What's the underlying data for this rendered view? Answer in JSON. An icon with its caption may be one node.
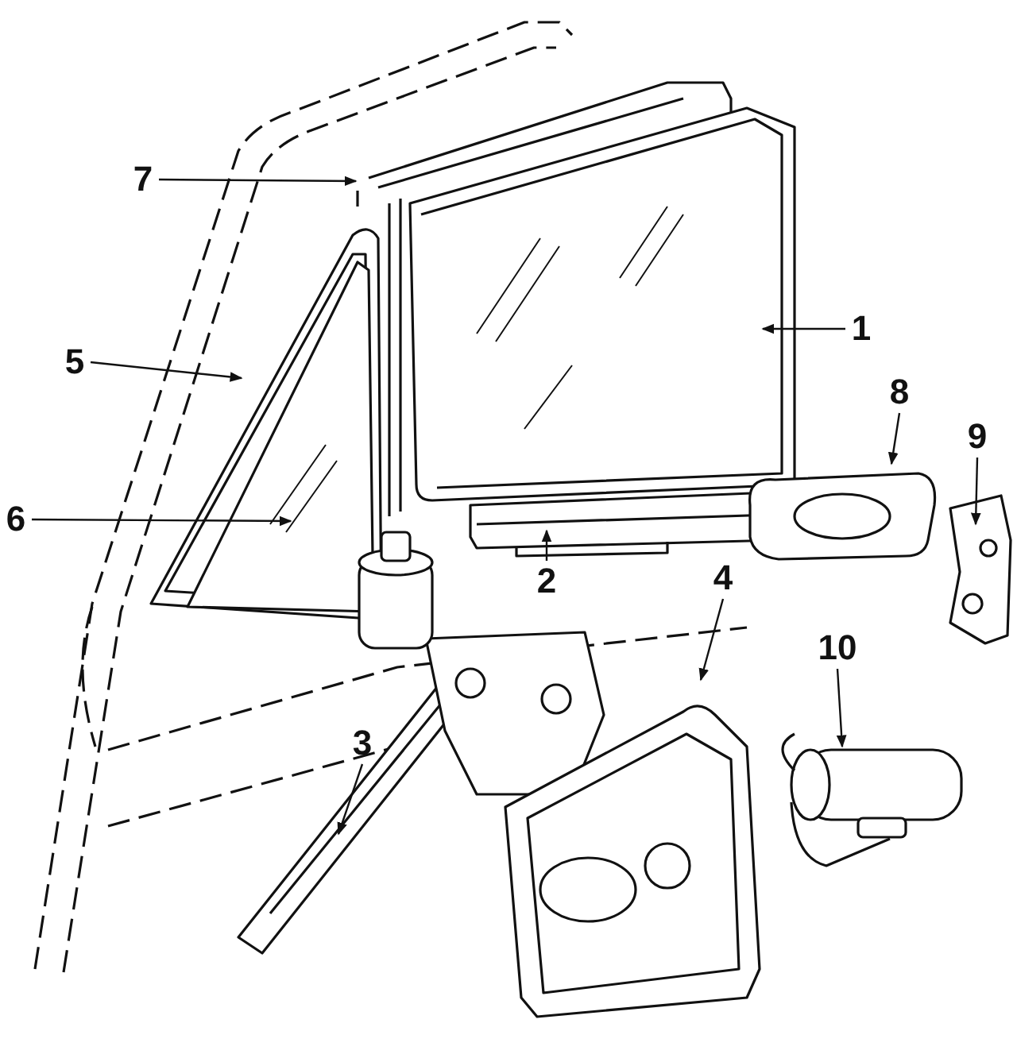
{
  "diagram": {
    "nodes": [
      {
        "text": [
          "1"
        ]
      },
      {
        "text": [
          "2"
        ]
      },
      {
        "text": [
          "3"
        ]
      },
      {
        "text": [
          "4"
        ]
      },
      {
        "text": [
          "5"
        ]
      },
      {
        "text": [
          "6"
        ]
      },
      {
        "text": [
          "7"
        ]
      },
      {
        "text": [
          "8"
        ]
      },
      {
        "text": [
          "9"
        ]
      },
      {
        "text": [
          "10"
        ]
      }
    ],
    "edges": [
      {
        "from": 0,
        "to": null,
        "arrow": "to"
      },
      {
        "from": 1,
        "to": null,
        "arrow": "to"
      },
      {
        "from": 2,
        "to": null,
        "arrow": "to"
      },
      {
        "from": 3,
        "to": null,
        "arrow": "to"
      },
      {
        "from": 4,
        "to": null,
        "arrow": "to"
      },
      {
        "from": 5,
        "to": null,
        "arrow": "to"
      },
      {
        "from": 6,
        "to": null,
        "arrow": "to"
      },
      {
        "from": 7,
        "to": null,
        "arrow": "to"
      },
      {
        "from": 8,
        "to": null,
        "arrow": "to"
      },
      {
        "from": 9,
        "to": null,
        "arrow": "to"
      }
    ]
  }
}
